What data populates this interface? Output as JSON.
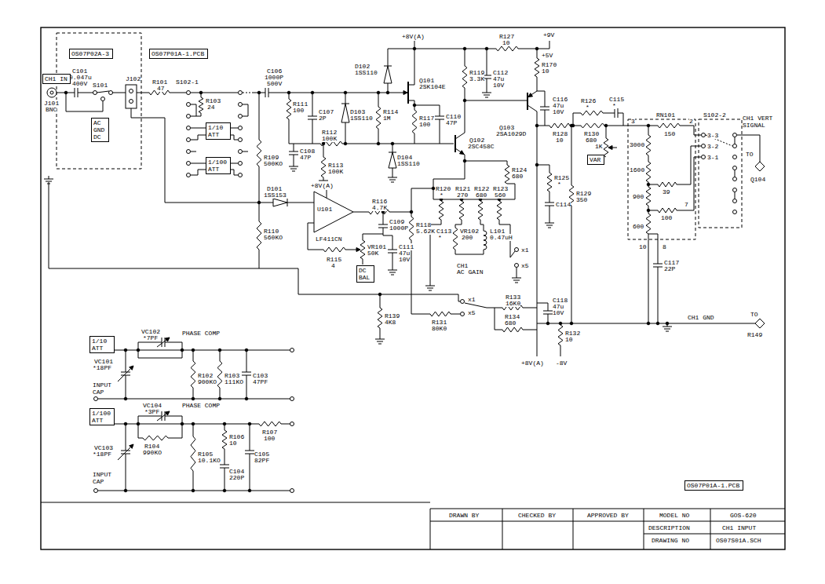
{
  "diagram": {
    "nodes": [
      {
        "text": [
          "OS07P02A-3"
        ]
      },
      {
        "text": [
          "OS07P01A-1.PCB"
        ]
      },
      {
        "text": [
          "CH1 IN"
        ]
      },
      {
        "text": [
          "AC GND DC"
        ]
      },
      {
        "text": [
          "1/10 ATT"
        ]
      },
      {
        "text": [
          "1/100 ATT"
        ]
      },
      {
        "text": [
          "DC BAL"
        ]
      },
      {
        "text": [
          "VAR"
        ]
      },
      {
        "text": [
          "1/10 ATT"
        ]
      },
      {
        "text": [
          "1/100 ATT"
        ]
      },
      {
        "text": [
          "OS07P01A-1.PCB"
        ]
      }
    ],
    "labels": [
      "C101",
      "0.047u",
      "400V",
      "S101",
      "J101",
      "BNC",
      "J102",
      "R101",
      "47",
      "S102-1",
      "R103",
      "24",
      "C106",
      "1000P",
      "500V",
      "R111",
      "100",
      "C107",
      "2P",
      "R112",
      "100K",
      "C108",
      "47P",
      "R113",
      "100K",
      "R109",
      "500KO",
      "D103",
      "1SS110",
      "D102",
      "1SS110",
      "Q101",
      "2SK104E",
      "R114",
      "1M",
      "R117",
      "100",
      "C110",
      "47P",
      "D104",
      "1SS110",
      "+8V(A)",
      "R119",
      "3.3K",
      "C112",
      "47u",
      "10V",
      "R127",
      "10",
      "+9V",
      "+5V",
      "R170",
      "10",
      "Q102",
      "2SC458C",
      "Q103",
      "2SA1029D",
      "C116",
      "47u",
      "10V",
      "R126",
      "*",
      "C115",
      "*",
      "R128",
      "10",
      "R130",
      "680",
      "1K",
      "R125",
      "*",
      "C114",
      "R129",
      "350",
      "R124",
      "680",
      "R120",
      "*",
      "R121",
      "270",
      "R122",
      "680",
      "R123",
      "560",
      "R118",
      "5.62K",
      "C113",
      "*",
      "VR102",
      "200",
      "L101",
      "0.47uH",
      "x1",
      "x5",
      "CH1",
      "AC GAIN",
      "+8V(A)",
      "D101",
      "1SS153",
      "U101",
      "LF411CN",
      "R116",
      "4.7K",
      "R110",
      "560KO",
      "R115",
      "4",
      "VR101",
      "50K",
      "C109",
      "1000P",
      "C111",
      "47u",
      "10V",
      "R139",
      "4K8",
      "R131",
      "80K0",
      "x1",
      "x5",
      "R133",
      "16K0",
      "R134",
      "680",
      "C118",
      "47u",
      "10V",
      "R132",
      "10",
      "+8V(A)",
      "-8V",
      "RN101",
      "150",
      "3000",
      "1600",
      "39",
      "900",
      "100",
      "600",
      "3",
      "2",
      "7",
      "10",
      "8",
      "S102-2",
      "3-3",
      "3-2",
      "3-1",
      "CH1 VERT SIGNAL",
      "TO",
      "Q104",
      "C117",
      "22P",
      "CH1 GND",
      "TO",
      "R149",
      "VC102",
      "*7PF",
      "PHASE COMP",
      "VC101",
      "*18PF",
      "R102",
      "900KO",
      "R103",
      "111KO",
      "C103",
      "47PF",
      "INPUT CAP",
      "VC104",
      "*3PF",
      "PHASE COMP",
      "R106",
      "10",
      "R107",
      "100",
      "VC103",
      "*18PF",
      "R104",
      "990KO",
      "R105",
      "10.1KO",
      "C104",
      "220P",
      "C105",
      "82PF",
      "INPUT CAP",
      "DRAWN BY",
      "CHECKED BY",
      "APPROVED BY",
      "MODEL NO",
      "GOS-620",
      "DESCRIPTION",
      "CH1 INPUT",
      "DRAWING NO",
      "OS07S01A.SCH"
    ]
  }
}
